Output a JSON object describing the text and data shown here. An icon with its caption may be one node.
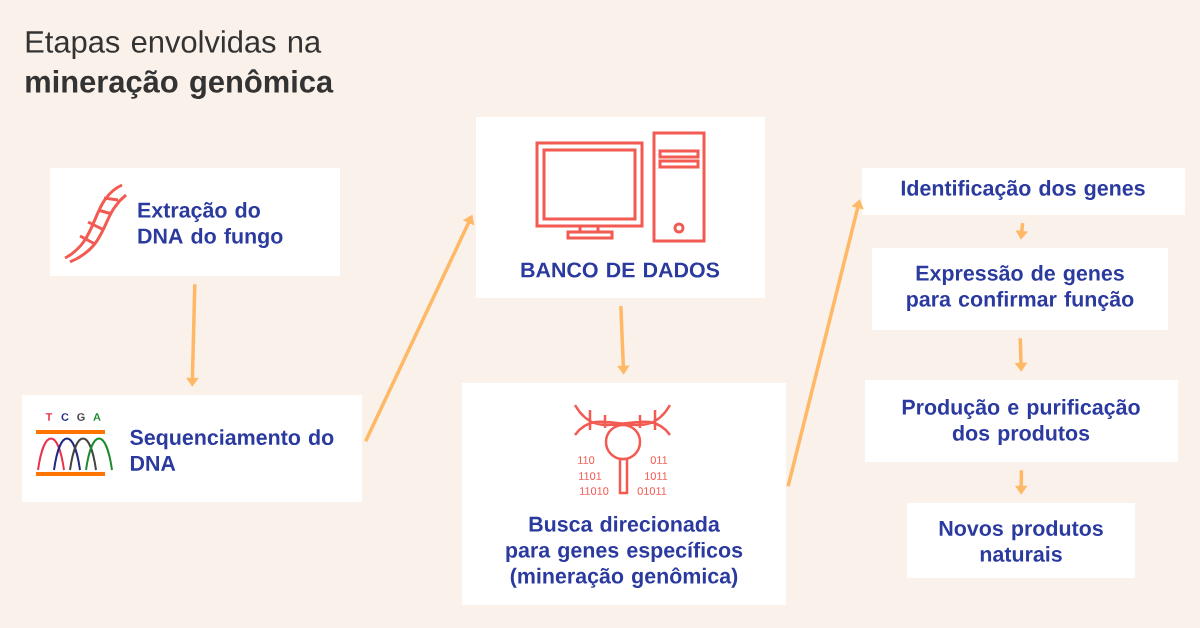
{
  "diagram": {
    "title": "Etapas envolvidas na **mineração genômica**",
    "nodes": [
      {
        "text": [
          "Extração do DNA do fungo"
        ]
      },
      {
        "text": [
          "Sequenciamento do DNA"
        ]
      },
      {
        "text": [
          "BANCO DE DADOS"
        ]
      },
      {
        "text": [
          "Busca direcionada para genes específicos (mineração genômica)"
        ]
      },
      {
        "text": [
          "Identificação dos genes"
        ]
      },
      {
        "text": [
          "Expressão de genes para confirmar função"
        ]
      },
      {
        "text": [
          "Produção e purificação dos produtos"
        ]
      },
      {
        "text": [
          "Novos produtos naturais"
        ]
      }
    ],
    "edges": [
      {
        "from": 0,
        "to": 1,
        "arrow": "to"
      },
      {
        "from": 1,
        "to": 2,
        "arrow": "to"
      },
      {
        "from": 2,
        "to": 3,
        "arrow": "to"
      },
      {
        "from": 3,
        "to": 4,
        "arrow": "to"
      },
      {
        "from": 4,
        "to": 5,
        "arrow": "to"
      },
      {
        "from": 5,
        "to": 6,
        "arrow": "to"
      },
      {
        "from": 6,
        "to": 7,
        "arrow": "to"
      }
    ],
    "labels": [
      "T",
      "C",
      "G",
      "A",
      "110",
      "011",
      "1101",
      "1011",
      "11010",
      "01011"
    ]
  }
}
